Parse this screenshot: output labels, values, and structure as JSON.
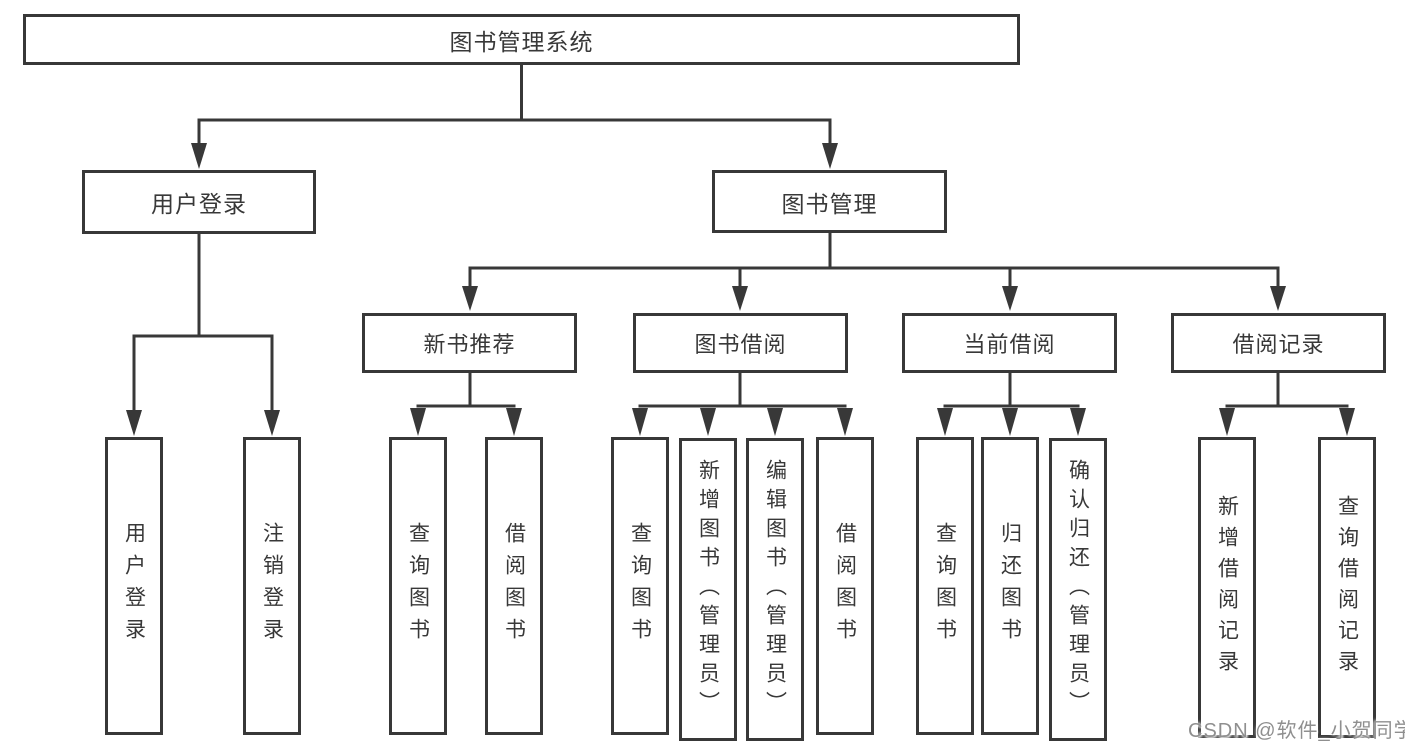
{
  "colors": {
    "line": "#383838",
    "text": "#383838",
    "background": "#ffffff",
    "watermark": "#8f8f8f"
  },
  "watermark": {
    "text": "CSDN @软件_小贺同学"
  },
  "tree": {
    "root": {
      "label": "图书管理系统",
      "children": [
        {
          "label": "用户登录",
          "children": [
            {
              "label": "用户登录"
            },
            {
              "label": "注销登录"
            }
          ]
        },
        {
          "label": "图书管理",
          "children": [
            {
              "label": "新书推荐",
              "children": [
                {
                  "label": "查询图书"
                },
                {
                  "label": "借阅图书"
                }
              ]
            },
            {
              "label": "图书借阅",
              "children": [
                {
                  "label": "查询图书"
                },
                {
                  "label": "新增图书（管理员）"
                },
                {
                  "label": "编辑图书（管理员）"
                },
                {
                  "label": "借阅图书"
                }
              ]
            },
            {
              "label": "当前借阅",
              "children": [
                {
                  "label": "查询图书"
                },
                {
                  "label": "归还图书"
                },
                {
                  "label": "确认归还（管理员）"
                }
              ]
            },
            {
              "label": "借阅记录",
              "children": [
                {
                  "label": "新增借阅记录"
                },
                {
                  "label": "查询借阅记录"
                }
              ]
            }
          ]
        }
      ]
    }
  }
}
